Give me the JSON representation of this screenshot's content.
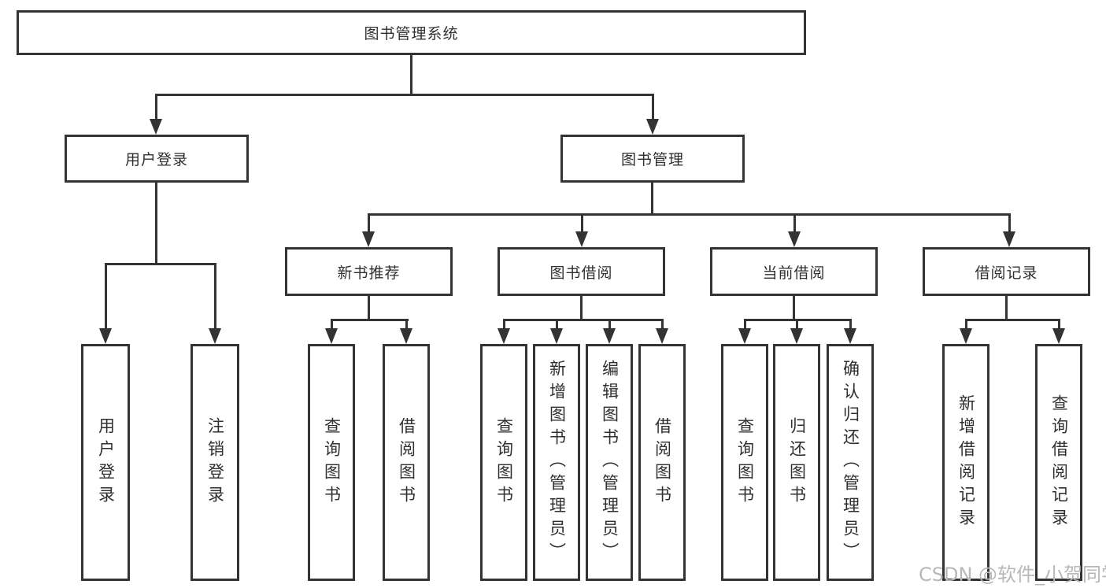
{
  "diagram": {
    "root": {
      "label": "图书管理系统"
    },
    "user_login": {
      "label": "用户登录",
      "children": [
        {
          "label": "用户登录"
        },
        {
          "label": "注销登录"
        }
      ]
    },
    "book_mgmt": {
      "label": "图书管理",
      "modules": [
        {
          "label": "新书推荐",
          "children": [
            {
              "label": "查询图书"
            },
            {
              "label": "借阅图书"
            }
          ]
        },
        {
          "label": "图书借阅",
          "children": [
            {
              "label": "查询图书"
            },
            {
              "label": "新增图书（管理员）"
            },
            {
              "label": "编辑图书（管理员）"
            },
            {
              "label": "借阅图书"
            }
          ]
        },
        {
          "label": "当前借阅",
          "children": [
            {
              "label": "查询图书"
            },
            {
              "label": "归还图书"
            },
            {
              "label": "确认归还（管理员）"
            }
          ]
        },
        {
          "label": "借阅记录",
          "children": [
            {
              "label": "新增借阅记录"
            },
            {
              "label": "查询借阅记录"
            }
          ]
        }
      ]
    }
  },
  "watermark": "CSDN @软件_小贺同学",
  "colors": {
    "line": "#333333",
    "background": "#ffffff",
    "watermark": "#b8b8b8"
  }
}
